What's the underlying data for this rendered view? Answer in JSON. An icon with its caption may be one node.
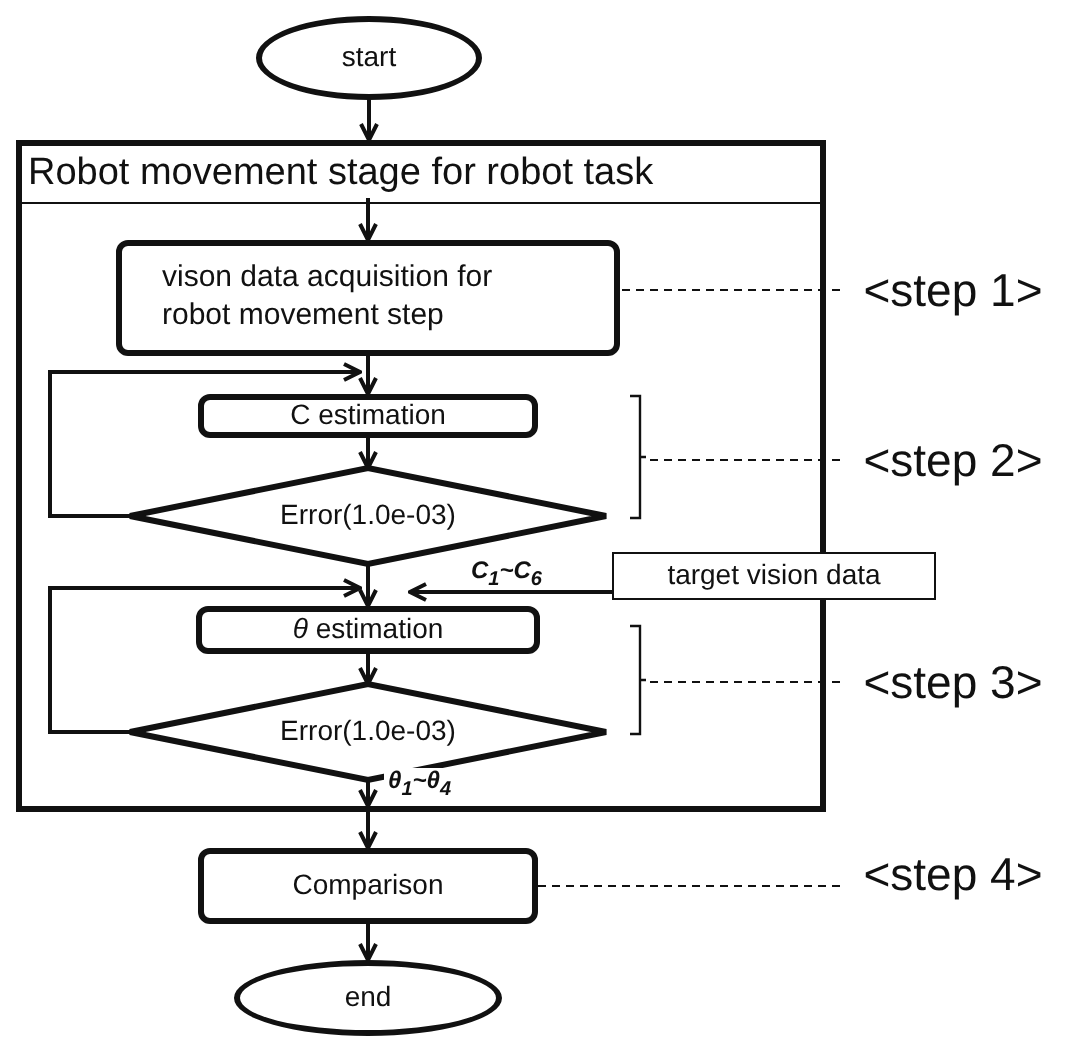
{
  "diagram": {
    "nodes": [
      {
        "text": [
          "start"
        ]
      },
      {
        "text": [
          "Robot movement stage for robot task"
        ]
      },
      {
        "text": [
          "vison data acquisition for robot movement step"
        ],
        "in": 1
      },
      {
        "text": [
          "C estimation"
        ],
        "in": 1
      },
      {
        "text": [
          "Error(1.0e-03)"
        ],
        "in": 1
      },
      {
        "text": [
          "*θ* estimation"
        ],
        "in": 1
      },
      {
        "text": [
          "Error(1.0e-03)"
        ],
        "in": 1
      },
      {
        "text": [
          "target vision data"
        ]
      },
      {
        "text": [
          "Comparison"
        ]
      },
      {
        "text": [
          "end"
        ]
      },
      {
        "text": [
          "<step 1>"
        ]
      },
      {
        "text": [
          "<step 2>"
        ]
      },
      {
        "text": [
          "<step 3>"
        ]
      },
      {
        "text": [
          "<step 4>"
        ]
      }
    ],
    "edges": [
      {
        "from": 0,
        "to": 1,
        "arrow": "to"
      },
      {
        "from": null,
        "to": 2,
        "arrow": "to"
      },
      {
        "from": 2,
        "to": 3,
        "arrow": "to"
      },
      {
        "from": 4,
        "to": 3,
        "arrow": "to"
      },
      {
        "from": 3,
        "to": 4,
        "arrow": "to"
      },
      {
        "from": 4,
        "to": 5,
        "arrow": "to"
      },
      {
        "from": 7,
        "to": 5,
        "arrow": "to",
        "label": "C$_{1}$~C$_{6}$"
      },
      {
        "from": 6,
        "to": 5,
        "arrow": "to"
      },
      {
        "from": 5,
        "to": 6,
        "arrow": "to"
      },
      {
        "from": 6,
        "to": 1,
        "arrow": "to",
        "label": "θ$_{1}$~θ$_{4}$"
      },
      {
        "from": 1,
        "to": 8,
        "arrow": "to"
      },
      {
        "from": 8,
        "to": 9,
        "arrow": "to"
      },
      {
        "from": 10,
        "to": 2,
        "arrow": "none",
        "style": "dashed"
      },
      {
        "from": 11,
        "to": null,
        "arrow": "none",
        "style": "dashed"
      },
      {
        "from": 12,
        "to": null,
        "arrow": "none",
        "style": "dashed"
      },
      {
        "from": 13,
        "to": 8,
        "arrow": "none",
        "style": "dashed"
      }
    ]
  }
}
